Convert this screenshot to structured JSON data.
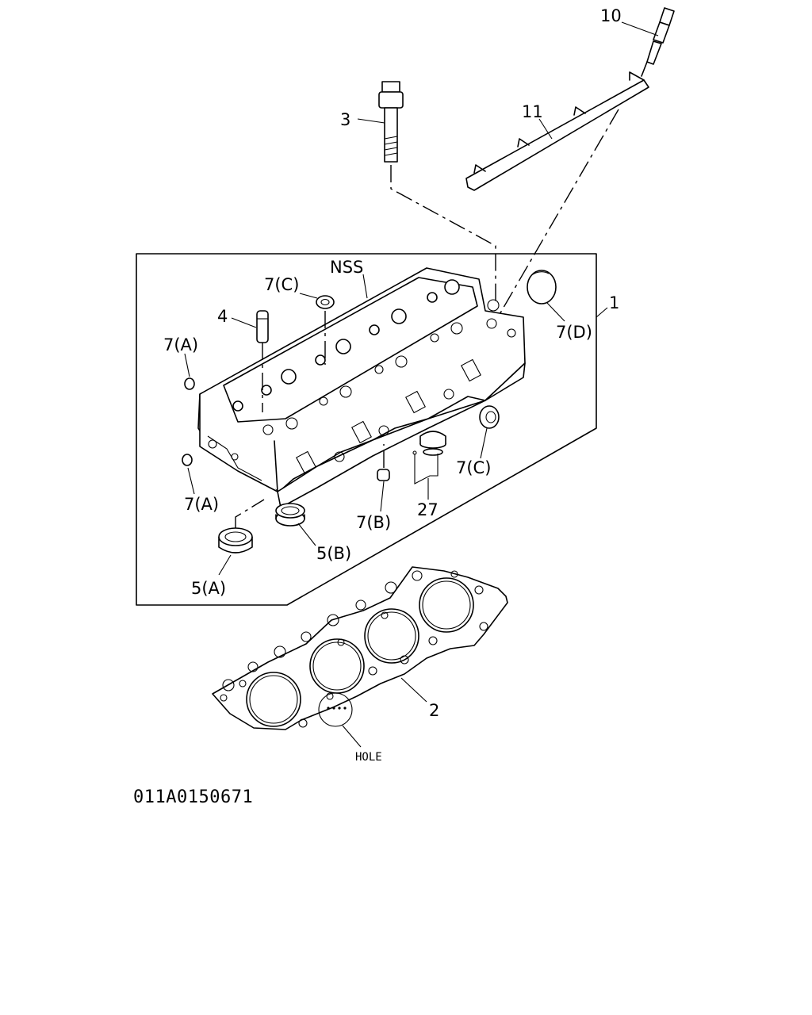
{
  "diagram": {
    "drawing_number": "011A0150671",
    "callouts": {
      "glow_plug": "10",
      "connector_plate": "11",
      "head_bolt": "3",
      "not_serviced": "NSS",
      "plug_c_top": "7(C)",
      "valve_guide": "4",
      "plug_a_upper": "7(A)",
      "cylinder_head": "1",
      "plug_d": "7(D)",
      "plug_c_side": "7(C)",
      "plug_a_lower": "7(A)",
      "plug_b": "7(B)",
      "sensor": "27",
      "seat_b": "5(B)",
      "seat_a": "5(A)",
      "head_gasket": "2",
      "hole_note": "HOLE"
    }
  }
}
